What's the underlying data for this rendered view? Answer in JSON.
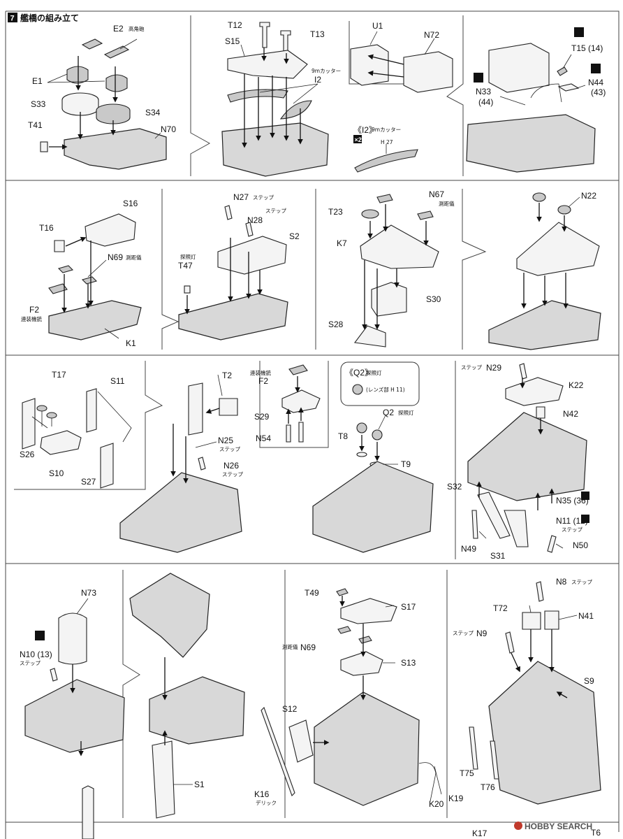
{
  "header": {
    "step": "7",
    "title": "艦橋の組み立て"
  },
  "labels": {
    "E2": "E2",
    "koukakuhou": "高角砲",
    "E1": "E1",
    "S33": "S33",
    "S34": "S34",
    "T41": "T41",
    "N70": "N70",
    "T12": "T12",
    "T13": "T13",
    "S15": "S15",
    "cutter9m": "9mカッター",
    "I2": "I2",
    "I2_ref": "《I2》",
    "x2": "×2",
    "H27": "H 27",
    "U1": "U1",
    "N72": "N72",
    "T15": "T15 (14)",
    "N44": "N44",
    "N44b": "(43)",
    "N33": "N33",
    "N33b": "(44)",
    "S16": "S16",
    "T16": "T16",
    "N69": "N69",
    "sokkyogi": "測距儀",
    "F2": "F2",
    "rensoukijuu": "連装機銃",
    "K1": "K1",
    "N27": "N27",
    "step": "ステップ",
    "N28": "N28",
    "S2": "S2",
    "tanshoutou": "探照灯",
    "T47": "T47",
    "T23": "T23",
    "N67": "N67",
    "K7": "K7",
    "S30": "S30",
    "S28": "S28",
    "N22": "N22",
    "T17": "T17",
    "S11": "S11",
    "S26": "S26",
    "S10": "S10",
    "S27": "S27",
    "T2": "T2",
    "N25": "N25",
    "N26": "N26",
    "S29": "S29",
    "N54": "N54",
    "Q2_ref": "《Q2》",
    "lens": "(レンズ部 H 11)",
    "Q2": "Q2",
    "T8": "T8",
    "T9": "T9",
    "N29": "N29",
    "K22": "K22",
    "N42": "N42",
    "S32": "S32",
    "N35": "N35 (36)",
    "N11": "N11 (12)",
    "N49": "N49",
    "S31": "S31",
    "N50": "N50",
    "N73": "N73",
    "N10": "N10 (13)",
    "S1": "S1",
    "T49": "T49",
    "S17": "S17",
    "S13": "S13",
    "S12": "S12",
    "K16": "K16",
    "derrick": "デリック",
    "K20": "K20",
    "K19": "K19",
    "N8": "N8",
    "T72": "T72",
    "N41": "N41",
    "N9": "N9",
    "S9": "S9",
    "T75": "T75",
    "T76": "T76",
    "K17": "K17",
    "T6": "T6"
  },
  "watermark": "HOBBY SEARCH"
}
